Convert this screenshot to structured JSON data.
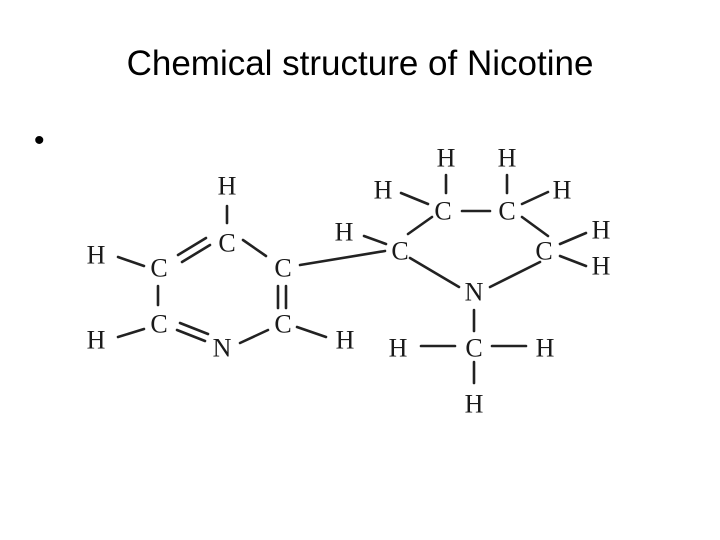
{
  "slide": {
    "title": "Chemical structure of Nicotine",
    "bullet": "•"
  },
  "molecule": {
    "atoms": {
      "H1": "H",
      "C1": "C",
      "C2": "C",
      "C3": "C",
      "C4": "C",
      "C5": "C",
      "N1": "N",
      "H2": "H",
      "H3": "H",
      "H4": "H",
      "C6": "C",
      "H5": "H",
      "C7": "C",
      "C8": "C",
      "H6": "H",
      "H7": "H",
      "H8": "H",
      "H9": "H",
      "C9": "C",
      "H10": "H",
      "H11": "H",
      "N2": "N",
      "C10": "C",
      "H12": "H",
      "H13": "H",
      "H14": "H"
    }
  }
}
